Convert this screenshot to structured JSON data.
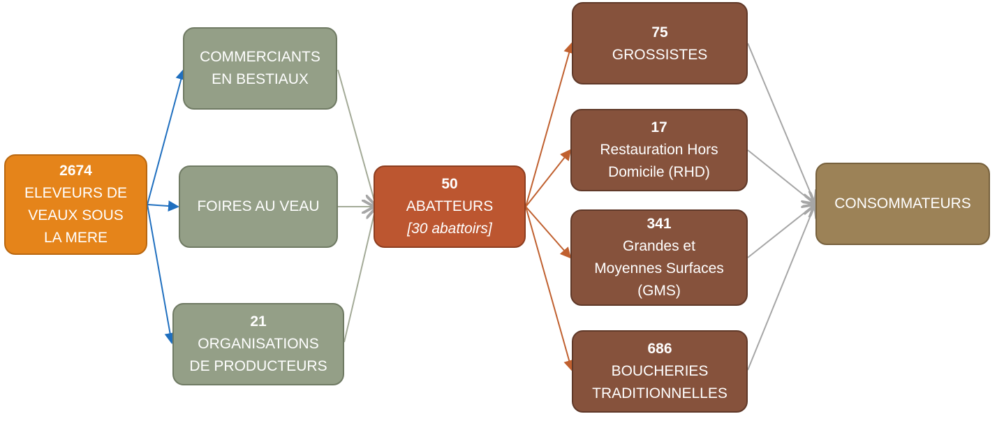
{
  "nodes": {
    "eleveurs": {
      "count": "2674",
      "label": [
        "ELEVEURS DE",
        "VEAUX SOUS",
        "LA MERE"
      ]
    },
    "commerciants": {
      "label": [
        "COMMERCIANTS",
        "EN BESTIAUX"
      ]
    },
    "foires": {
      "label": [
        "FOIRES AU VEAU"
      ]
    },
    "organisations": {
      "count": "21",
      "label": [
        "ORGANISATIONS",
        "DE PRODUCTEURS"
      ]
    },
    "abatteurs": {
      "count": "50",
      "label": [
        "ABATTEURS"
      ],
      "note": "[30 abattoirs]"
    },
    "grossistes": {
      "count": "75",
      "label": [
        "GROSSISTES"
      ]
    },
    "rhd": {
      "count": "17",
      "label": [
        "Restauration Hors",
        "Domicile (RHD)"
      ]
    },
    "gms": {
      "count": "341",
      "label": [
        "Grandes et",
        "Moyennes Surfaces",
        "(GMS)"
      ]
    },
    "boucheries": {
      "count": "686",
      "label": [
        "BOUCHERIES",
        "TRADITIONNELLES"
      ]
    },
    "consommateurs": {
      "label": [
        "CONSOMMATEURS"
      ]
    }
  },
  "colors": {
    "eleveurs": "#E5841A",
    "intermediaires": "#949F87",
    "abatteurs": "#BC5630",
    "distribution": "#86523C",
    "consommateurs": "#9C8257",
    "arrow_blue": "#1F6FBF",
    "arrow_gray": "#A6A6A6",
    "arrow_orange": "#C0602F"
  }
}
